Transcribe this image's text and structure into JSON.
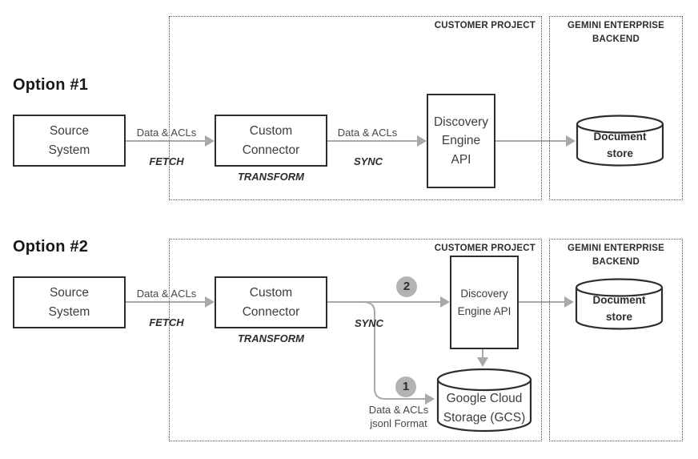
{
  "zones": {
    "customer_project_label": "CUSTOMER PROJECT",
    "gemini_backend_label_line1": "GEMINI ENTERPRISE",
    "gemini_backend_label_line2": "BACKEND"
  },
  "option1": {
    "title": "Option #1",
    "source_system": {
      "line1": "Source",
      "line2": "System"
    },
    "fetch_edge": {
      "label": "Data & ACLs",
      "verb": "FETCH"
    },
    "custom_connector": {
      "line1": "Custom",
      "line2": "Connector",
      "verb": "TRANSFORM"
    },
    "sync_edge": {
      "label": "Data & ACLs",
      "verb": "SYNC"
    },
    "discovery_engine": {
      "line1": "Discovery",
      "line2": "Engine",
      "line3": "API"
    },
    "document_store": {
      "line1": "Document",
      "line2": "store"
    }
  },
  "option2": {
    "title": "Option #2",
    "source_system": {
      "line1": "Source",
      "line2": "System"
    },
    "fetch_edge": {
      "label": "Data & ACLs",
      "verb": "FETCH"
    },
    "custom_connector": {
      "line1": "Custom",
      "line2": "Connector",
      "verb": "TRANSFORM"
    },
    "sync_edge": {
      "verb": "SYNC"
    },
    "step_badges": {
      "to_api": "2",
      "to_gcs": "1"
    },
    "discovery_engine": {
      "line1": "Discovery",
      "line2": "Engine API"
    },
    "gcs": {
      "line1": "Google Cloud",
      "line2": "Storage (GCS)"
    },
    "gcs_edge": {
      "label_line1": "Data & ACLs",
      "label_line2": "jsonl Format"
    },
    "document_store": {
      "line1": "Document",
      "line2": "store"
    }
  },
  "colors": {
    "arrow": "#a9a9a9",
    "node_border": "#2d2d2d",
    "badge_fill": "#b3b3b3",
    "zone_border": "#555555"
  }
}
